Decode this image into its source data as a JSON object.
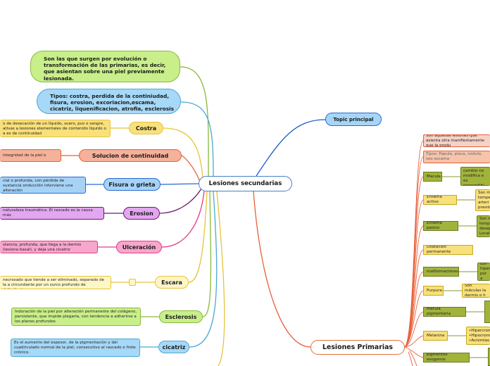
{
  "central": "Lesiones secundarias",
  "topic": "Topic principal",
  "primary": "Lesiones Primarias",
  "intro_bubbles": [
    "Son las que surgen por evolución o transformación de las primarias, es decir, que asientan sobre una piel previamente lesionada.",
    "Tipos: costra, perdida de la continiudad, fisura, erosion, excoriacion,escama, cicatriz, liquenificacion, atrofia, esclerosis"
  ],
  "secondary": [
    {
      "label": "Costra",
      "desc": "o de desecación de un líquido, suero, pus o sangre, ativas a lesiones elementales de contenido líquido o a es de continuidad"
    },
    {
      "label": "Solucion de continuidad",
      "desc": "integridad de la piel o"
    },
    {
      "label": "Fisura o grieta",
      "desc": "cial o profunda, con pérdida de sustancia onducción interviene una alteración"
    },
    {
      "label": "Erosion",
      "desc": "naturaleza traumática. El rascado es la causa más"
    },
    {
      "label": "Ulceración",
      "desc": "stancia, profunda, que llega a la dermis (lesiona basal), y deja una cicatriz"
    },
    {
      "label": "Escara",
      "desc": "necrosado que tiende a ser eliminado, separado de la a circundante por un surco profundo de delimitacion"
    },
    {
      "label": "Esclerosis",
      "desc": "Induración de la piel por alteración permanente del colágeno, persistente, que impide plegarla, con tendencia a adherirse a los planos profundos"
    },
    {
      "label": "cicatriz",
      "desc": "Es el aumento del espesor, de la pigmentación y del cuadriculado normal de la piel, consecutivo al rascado o frote crónico."
    }
  ],
  "primary_items": [
    {
      "label": "Son aquellas lesiones que asienta otra manifiestamente que la produ",
      "detail": ""
    },
    {
      "label": "Tipos: Papula, placa, nodulo, ves escama",
      "detail": ""
    },
    {
      "label": "Macula",
      "detail": "Es un cambio no modifica e es percepitibl"
    },
    {
      "label": "Eritema activo",
      "detail": "Son m tempe arteri presió"
    },
    {
      "label": "Eritema pasivo",
      "detail": "Son m tempe desap Locali"
    },
    {
      "label": "Dilatación permanente",
      "detail": ""
    },
    {
      "label": "malformaciones",
      "detail": "Los hiper por a"
    },
    {
      "label": "Purpura",
      "detail": "Son máculas la dermis o h"
    },
    {
      "label": "Macula pigmentaria",
      "detail": ""
    },
    {
      "label": "Melanina",
      "detail": "•Hipercrom •Hipocrom •Acromías"
    },
    {
      "label": "pigmentos exogenos",
      "detail": ""
    }
  ],
  "colors": {
    "central_border": "#4a7fc4",
    "topic_fill": "#a6d6f7",
    "primary_border": "#e0703a",
    "green_line": "#8ab83a",
    "blue_line": "#4ba8d6",
    "yellow": "#f5e27a",
    "salmon": "#f5b19a",
    "lightblue": "#a6d2f6",
    "violet": "#e3a6f0",
    "pink": "#f7a6cc",
    "lime": "#c9ef8a",
    "olive": "#a2b33a"
  }
}
